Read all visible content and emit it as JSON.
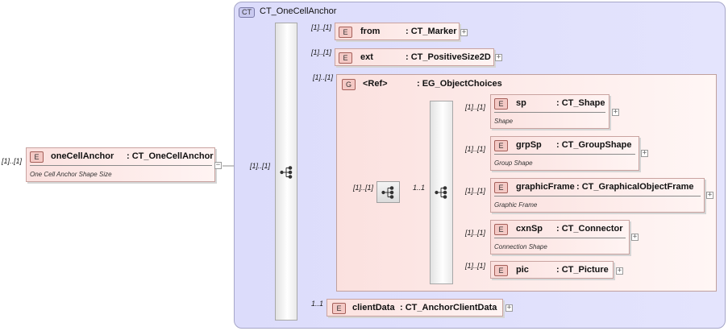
{
  "root_element": {
    "multiplicity": "[1]..[1]",
    "badge": "E",
    "name": "oneCellAnchor",
    "type": ": CT_OneCellAnchor",
    "doc": "One Cell Anchor Shape Size",
    "expand": "−"
  },
  "complex_type": {
    "badge": "CT",
    "title": "CT_OneCellAnchor"
  },
  "sequence_link_multiplicity": "[1]..[1]",
  "children": {
    "from": {
      "multiplicity": "[1]..[1]",
      "badge": "E",
      "name": "from",
      "type": ": CT_Marker",
      "expand": "+"
    },
    "ext": {
      "multiplicity": "[1]..[1]",
      "badge": "E",
      "name": "ext",
      "type": ": CT_PositiveSize2D",
      "expand": "+"
    },
    "clientData": {
      "multiplicity": "1..1",
      "badge": "E",
      "name": "clientData",
      "type": ": CT_AnchorClientData",
      "expand": "+"
    }
  },
  "group": {
    "multiplicity": "[1]..[1]",
    "badge": "G",
    "name": "<Ref>",
    "type": ": EG_ObjectChoices",
    "choice_multiplicity": "[1]..[1]",
    "inner_sequence_multiplicity": "1..1",
    "options": [
      {
        "multiplicity": "[1]..[1]",
        "badge": "E",
        "name": "sp",
        "type": ": CT_Shape",
        "doc": "Shape",
        "expand": "+"
      },
      {
        "multiplicity": "[1]..[1]",
        "badge": "E",
        "name": "grpSp",
        "type": ": CT_GroupShape",
        "doc": "Group Shape",
        "expand": "+"
      },
      {
        "multiplicity": "[1]..[1]",
        "badge": "E",
        "name": "graphicFrame",
        "type": ": CT_GraphicalObjectFrame",
        "doc": "Graphic Frame",
        "expand": "+"
      },
      {
        "multiplicity": "[1]..[1]",
        "badge": "E",
        "name": "cxnSp",
        "type": ": CT_Connector",
        "doc": "Connection Shape",
        "expand": "+"
      },
      {
        "multiplicity": "[1]..[1]",
        "badge": "E",
        "name": "pic",
        "type": ": CT_Picture",
        "doc": "",
        "expand": "+"
      }
    ]
  }
}
